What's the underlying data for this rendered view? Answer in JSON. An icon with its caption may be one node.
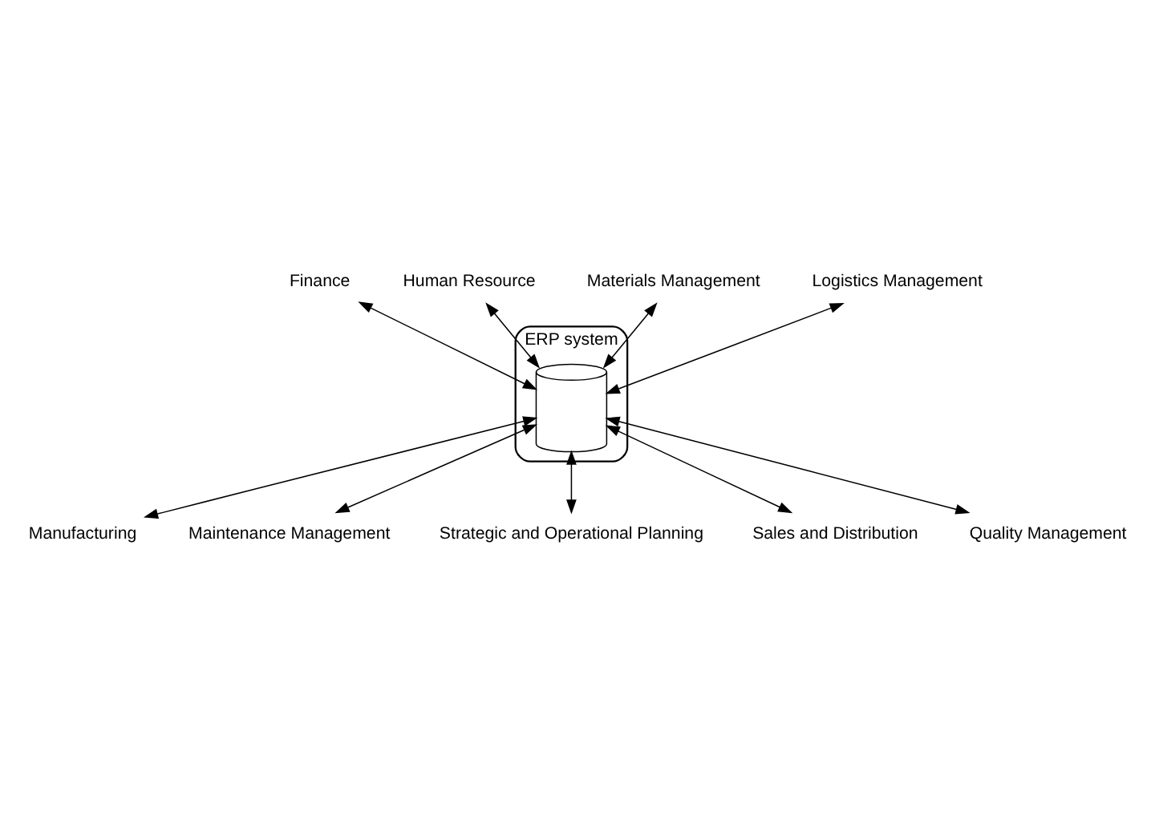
{
  "diagram": {
    "nodes": [
      {
        "text": [
          "ERP system"
        ]
      },
      {
        "text": [],
        "shape": "cylinder",
        "in": 0
      },
      {
        "text": [
          "Finance"
        ]
      },
      {
        "text": [
          "Human Resource"
        ]
      },
      {
        "text": [
          "Materials Management"
        ]
      },
      {
        "text": [
          "Logistics Management"
        ]
      },
      {
        "text": [
          "Manufacturing"
        ]
      },
      {
        "text": [
          "Maintenance Management"
        ]
      },
      {
        "text": [
          "Strategic and Operational Planning"
        ]
      },
      {
        "text": [
          "Sales and Distribution"
        ]
      },
      {
        "text": [
          "Quality Management"
        ]
      }
    ],
    "edges": [
      {
        "from": 2,
        "to": 1,
        "arrow": "both"
      },
      {
        "from": 3,
        "to": 1,
        "arrow": "both"
      },
      {
        "from": 4,
        "to": 1,
        "arrow": "both"
      },
      {
        "from": 5,
        "to": 1,
        "arrow": "both"
      },
      {
        "from": 6,
        "to": 1,
        "arrow": "both"
      },
      {
        "from": 7,
        "to": 1,
        "arrow": "both"
      },
      {
        "from": 8,
        "to": 1,
        "arrow": "both"
      },
      {
        "from": 9,
        "to": 1,
        "arrow": "both"
      },
      {
        "from": 10,
        "to": 1,
        "arrow": "both"
      }
    ]
  }
}
